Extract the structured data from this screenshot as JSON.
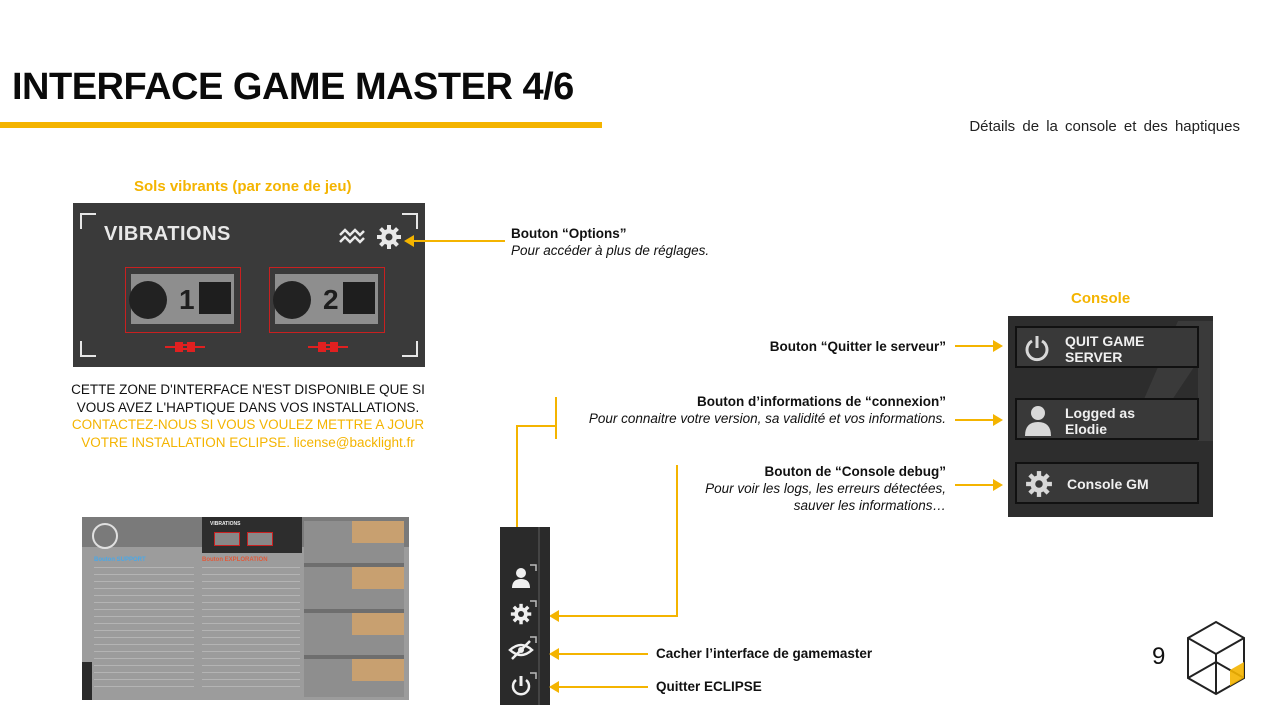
{
  "header": {
    "title": "INTERFACE GAME MASTER 4/6",
    "subtitle": "Détails  de la console  et des haptiques"
  },
  "vibrations": {
    "section_label": "Sols vibrants (par zone de jeu)",
    "panel_title": "VIBRATIONS",
    "zones": [
      "1",
      "2"
    ],
    "note_line1": "CETTE ZONE D'INTERFACE N'EST DISPONIBLE QUE SI",
    "note_line2": "VOUS AVEZ L'HAPTIQUE DANS VOS INSTALLATIONS.",
    "note_line3": "CONTACTEZ-NOUS SI VOUS VOULEZ METTRE A JOUR",
    "note_line4": "VOTRE INSTALLATION  ECLIPSE. license@backlight.fr"
  },
  "options_annotation": {
    "title": "Bouton “Options”",
    "desc": "Pour accéder à plus de réglages."
  },
  "console": {
    "section_label": "Console",
    "buttons": [
      {
        "line1": "QUIT GAME",
        "line2": "SERVER",
        "icon": "power-icon"
      },
      {
        "line1": "Logged as",
        "line2": "Elodie",
        "icon": "user-icon"
      },
      {
        "line1": "Console GM",
        "line2": "",
        "icon": "gear-icon"
      }
    ]
  },
  "console_annotations": {
    "quit_title": "Bouton “Quitter le serveur”",
    "conn_title": "Bouton d’informations de “connexion”",
    "conn_desc": "Pour connaitre votre version, sa validité et vos informations.",
    "debug_title": "Bouton de “Console debug”",
    "debug_desc1": "Pour voir les logs, les erreurs détectées,",
    "debug_desc2": "sauver les informations…"
  },
  "sidebar_annotations": {
    "hide": "Cacher l’interface de gamemaster",
    "quit": "Quitter ECLIPSE"
  },
  "mini_screen": {
    "panel_title": "VIBRATIONS",
    "left_header": "Bouton SUPPORT",
    "right_header": "Bouton EXPLORATION"
  },
  "footer": {
    "page_number": "9"
  },
  "colors": {
    "accent": "#f4b400",
    "panel": "#3a3a3a",
    "zone_border": "#c82020",
    "plug": "#e02020"
  }
}
